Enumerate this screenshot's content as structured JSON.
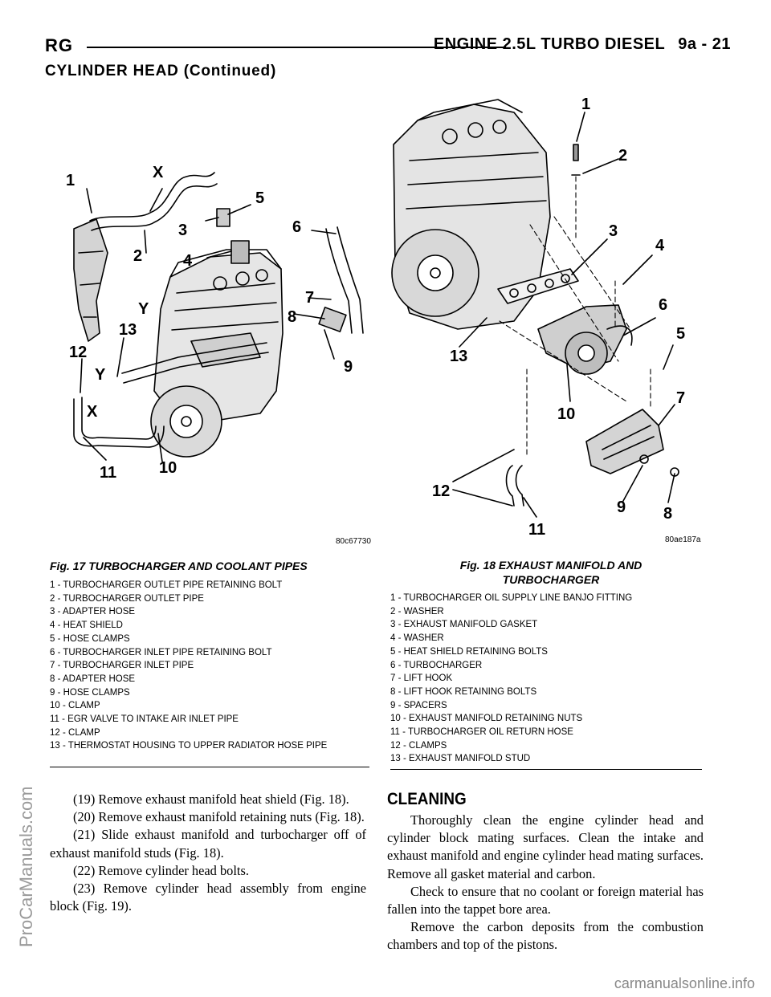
{
  "header": {
    "left": "RG",
    "title": "ENGINE 2.5L TURBO DIESEL",
    "page": "9a - 21"
  },
  "section_continued": "CYLINDER HEAD (Continued)",
  "fig17": {
    "code": "80c67730",
    "caption": "Fig. 17 TURBOCHARGER AND COOLANT PIPES",
    "legend": [
      "1 - TURBOCHARGER OUTLET PIPE RETAINING BOLT",
      "2 - TURBOCHARGER OUTLET PIPE",
      "3 - ADAPTER HOSE",
      "4 - HEAT SHIELD",
      "5 - HOSE CLAMPS",
      "6 - TURBOCHARGER INLET PIPE RETAINING BOLT",
      "7 - TURBOCHARGER INLET PIPE",
      "8 - ADAPTER HOSE",
      "9 - HOSE CLAMPS",
      "10 - CLAMP",
      "11 - EGR VALVE TO INTAKE AIR INLET PIPE",
      "12 - CLAMP",
      "13 - THERMOSTAT HOUSING TO UPPER RADIATOR HOSE PIPE"
    ],
    "callouts": [
      "1",
      "2",
      "3",
      "4",
      "5",
      "6",
      "7",
      "8",
      "9",
      "10",
      "11",
      "12",
      "13",
      "X",
      "X",
      "Y",
      "Y"
    ]
  },
  "fig18": {
    "code": "80ae187a",
    "caption_line1": "Fig. 18 EXHAUST MANIFOLD AND",
    "caption_line2": "TURBOCHARGER",
    "legend": [
      "1 - TURBOCHARGER OIL SUPPLY LINE BANJO FITTING",
      "2 - WASHER",
      "3 - EXHAUST MANIFOLD GASKET",
      "4 - WASHER",
      "5 - HEAT SHIELD RETAINING BOLTS",
      "6 - TURBOCHARGER",
      "7 - LIFT HOOK",
      "8 - LIFT HOOK RETAINING BOLTS",
      "9 - SPACERS",
      "10 - EXHAUST MANIFOLD RETAINING NUTS",
      "11 - TURBOCHARGER OIL RETURN HOSE",
      "12 - CLAMPS",
      "13 - EXHAUST MANIFOLD STUD"
    ],
    "callouts": [
      "1",
      "2",
      "3",
      "4",
      "5",
      "6",
      "7",
      "8",
      "9",
      "10",
      "11",
      "12",
      "13"
    ]
  },
  "left_steps": [
    "(19) Remove exhaust manifold heat shield (Fig. 18).",
    "(20) Remove exhaust manifold retaining nuts (Fig. 18).",
    "(21) Slide exhaust manifold and turbocharger off of exhaust manifold studs (Fig. 18).",
    "(22) Remove cylinder head bolts.",
    "(23) Remove cylinder head assembly from engine block (Fig. 19)."
  ],
  "cleaning": {
    "heading": "CLEANING",
    "paragraphs": [
      "Thoroughly clean the engine cylinder head and cylinder block mating surfaces. Clean the intake and exhaust manifold and engine cylinder head mating surfaces. Remove all gasket material and carbon.",
      "Check to ensure that no coolant or foreign material has fallen into the tappet bore area.",
      "Remove the carbon deposits from the combustion chambers and top of the pistons."
    ]
  },
  "watermark_side": "ProCarManuals.com",
  "watermark_footer": "carmanualsonline.info"
}
